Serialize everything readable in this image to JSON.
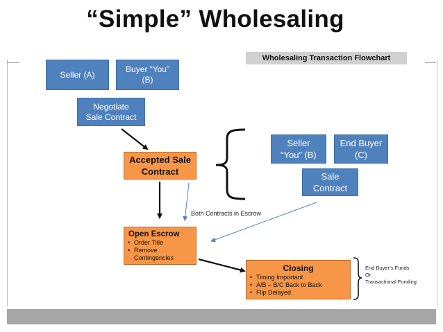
{
  "title": "“Simple” Wholesaling",
  "chart_label": "Wholesaling Transaction Flowchart",
  "boxes": {
    "seller_a": [
      "Seller (A)"
    ],
    "buyer_b": [
      "Buyer “You”",
      "(B)"
    ],
    "negotiate": [
      "Negotiate",
      "Sale Contract"
    ],
    "accepted": [
      "Accepted Sale",
      "Contract"
    ],
    "seller_you": [
      "Seller",
      "“You” (B)"
    ],
    "end_buyer": [
      "End Buyer",
      "(C)"
    ],
    "sale_contract": [
      "Sale",
      "Contract"
    ]
  },
  "open_escrow": {
    "title": "Open Escrow",
    "items": [
      "Order Title",
      "Remove",
      "Contingencies"
    ]
  },
  "closing": {
    "title": "Closing",
    "items": [
      "Timing Important",
      "A/B – B/C Back to Back",
      "Flip Delayed"
    ]
  },
  "escrow_note": "Both Contracts in Escrow",
  "funds_note": [
    "End Buyer’s Funds",
    "Or",
    "Transactional Funding"
  ],
  "colors": {
    "blue": "#4f81bd",
    "orange": "#f79646",
    "footer": "#a6a6a6"
  }
}
